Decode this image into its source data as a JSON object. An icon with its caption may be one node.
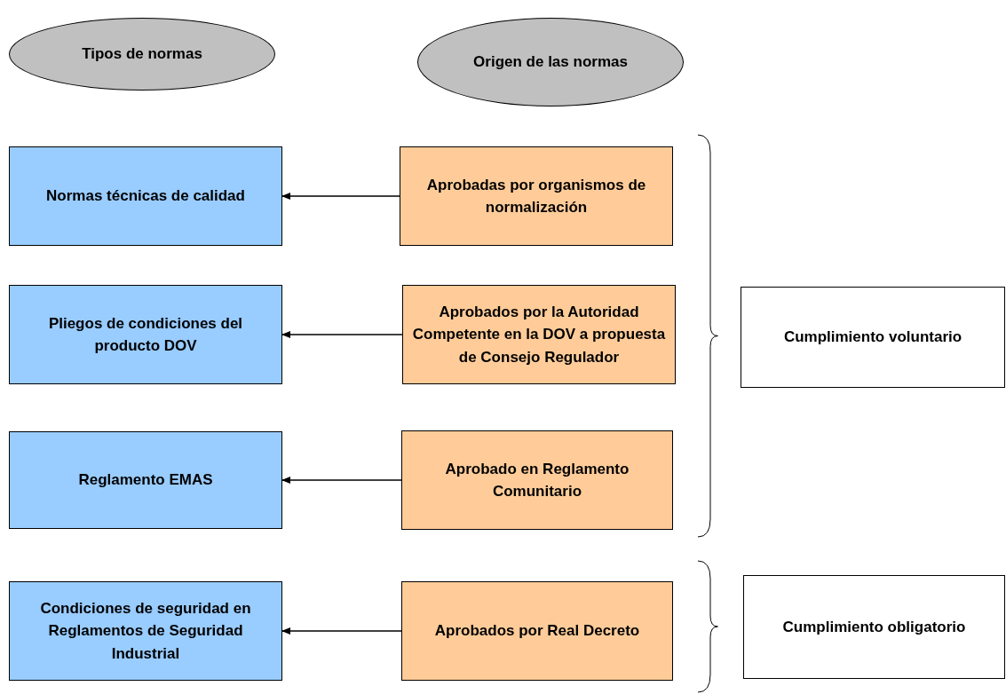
{
  "diagram": {
    "nodes": [
      {
        "text": [
          "Tipos de normas"
        ]
      },
      {
        "text": [
          "Origen de las normas"
        ]
      },
      {
        "text": [
          "Normas técnicas de calidad"
        ]
      },
      {
        "text": [
          "Aprobadas por organismos de normalización"
        ]
      },
      {
        "text": [
          "Pliegos de condiciones del producto DOV"
        ]
      },
      {
        "text": [
          "Aprobados por la Autoridad Competente en la DOV a propuesta de Consejo Regulador"
        ]
      },
      {
        "text": [
          "Reglamento EMAS"
        ]
      },
      {
        "text": [
          "Aprobado en Reglamento Comunitario"
        ]
      },
      {
        "text": [
          "Condiciones de seguridad en Reglamentos de Seguridad Industrial"
        ]
      },
      {
        "text": [
          "Aprobados por Real Decreto"
        ]
      },
      {
        "text": [
          "Cumplimiento voluntario"
        ]
      },
      {
        "text": [
          "Cumplimiento obligatorio"
        ]
      }
    ],
    "edges": [
      {
        "from": 3,
        "to": 2,
        "arrow": "to"
      },
      {
        "from": 5,
        "to": 4,
        "arrow": "to"
      },
      {
        "from": 7,
        "to": 6,
        "arrow": "to"
      },
      {
        "from": 9,
        "to": 8,
        "arrow": "to"
      }
    ]
  }
}
